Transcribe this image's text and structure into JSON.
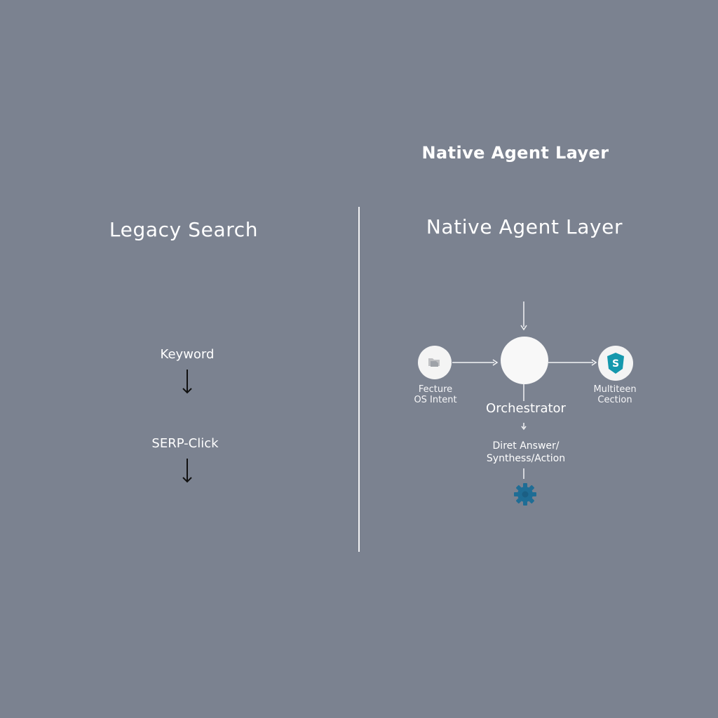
{
  "header": {
    "top_title": "Native Agent Layer"
  },
  "left_section": {
    "title": "Legacy Search",
    "steps": [
      {
        "label": "Keyword"
      },
      {
        "label": "SERP-Click"
      }
    ]
  },
  "right_section": {
    "title": "Native Agent Layer",
    "left_node": {
      "lines": [
        "Fecture",
        "OS Intent"
      ],
      "icon": "document-icon"
    },
    "center_node": {
      "label": "Orchestrator"
    },
    "right_node": {
      "lines": [
        "Multiteen",
        "Cection"
      ],
      "badge_text": "S",
      "icon": "shield-badge-icon"
    },
    "result": {
      "lines": [
        "Diret Answer/",
        "Synthess/Action"
      ],
      "icon": "gear-icon"
    }
  },
  "colors": {
    "background": "#7b8290",
    "line": "#f2f3f5",
    "text": "#ffffff",
    "accent": "#1598ad",
    "gear": "#1f6d95"
  }
}
